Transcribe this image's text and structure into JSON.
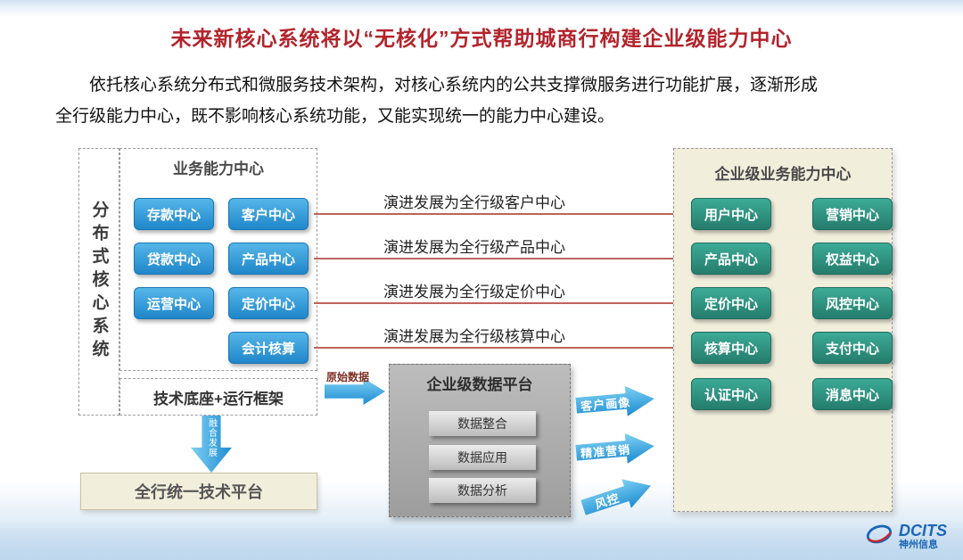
{
  "title": "未来新核心系统将以“无核化”方式帮助城商行构建企业级能力中心",
  "intro": {
    "line1": "依托核心系统分布式和微服务技术架构，对核心系统内的公共支撑微服务进行功能扩展，逐渐形成",
    "line2": "全行级能力中心，既不影响核心系统功能，又能实现统一的能力中心建设。"
  },
  "left": {
    "vertical_label": "分布式核心系统",
    "business_center_title": "业务能力中心",
    "nodes": [
      "存款中心",
      "客户中心",
      "贷款中心",
      "产品中心",
      "运营中心",
      "定价中心",
      "会计核算"
    ],
    "tech_base": "技术底座+运行框架",
    "merge_arrow_label": "融合发展",
    "unified_platform": "全行统一技术平台"
  },
  "evolution_labels": [
    "演进发展为全行级客户中心",
    "演进发展为全行级产品中心",
    "演进发展为全行级定价中心",
    "演进发展为全行级核算中心"
  ],
  "data_platform": {
    "raw_data_label": "原始数据",
    "title": "企业级数据平台",
    "items": [
      "数据整合",
      "数据应用",
      "数据分析"
    ],
    "outputs": [
      "客户画像",
      "精准营销",
      "风控"
    ]
  },
  "right": {
    "title": "企业级业务能力中心",
    "nodes": [
      "用户中心",
      "营销中心",
      "产品中心",
      "权益中心",
      "定价中心",
      "风控中心",
      "核算中心",
      "支付中心",
      "认证中心",
      "消息中心"
    ]
  },
  "logo": {
    "brand": "DCITS",
    "name": "神州信息"
  },
  "colors": {
    "title_red": "#B2242C",
    "blue_node": "#2E9BD6",
    "green_node": "#2F9A87",
    "beige_panel": "#F2EEDC",
    "gray_platform": "#ACACAC",
    "arrow_blue": "#2B9FD9",
    "arrow_red": "#C0625C"
  }
}
